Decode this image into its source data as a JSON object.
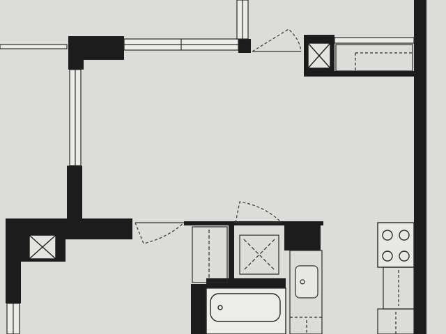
{
  "drawing": {
    "colors": {
      "paper": "#dcdcda",
      "wall": "#1c1c1c",
      "line": "#2a2a2a",
      "window_fill": "#ececea",
      "dash": "#333333"
    },
    "elements": [
      "exterior-wall",
      "interior-wall",
      "window",
      "door-swing",
      "duct-shaft",
      "cooktop",
      "sink",
      "bathtub",
      "closet"
    ]
  }
}
